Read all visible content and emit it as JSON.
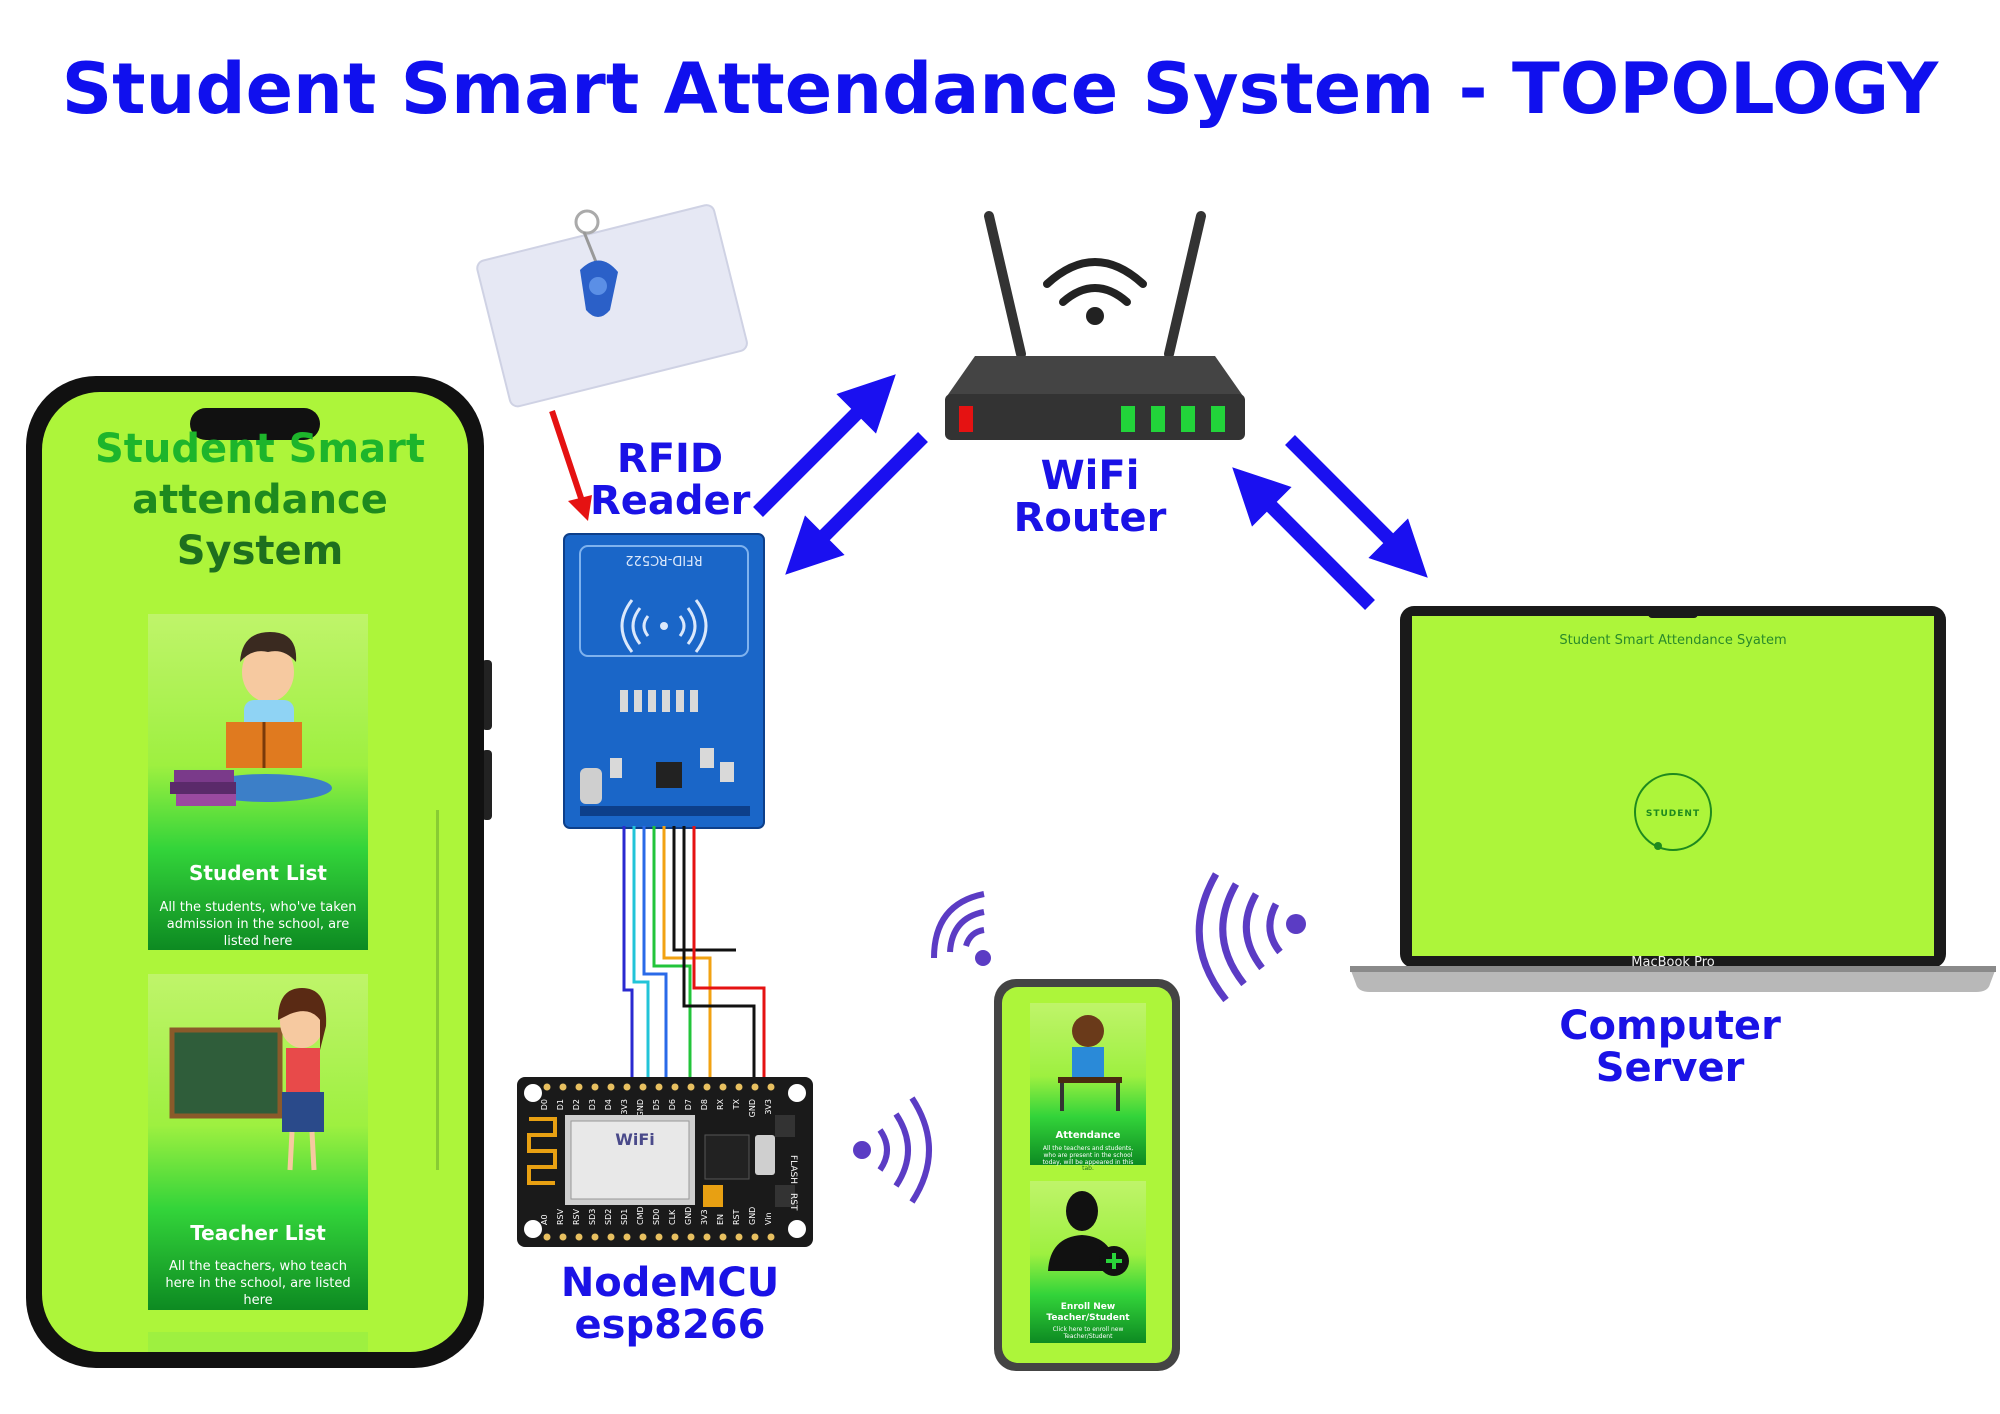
{
  "title": "Student Smart Attendance System - TOPOLOGY",
  "nodes": {
    "rfid_reader": {
      "line1": "RFID",
      "line2": "Reader"
    },
    "wifi_router": {
      "line1": "WiFi",
      "line2": "Router"
    },
    "computer_server": {
      "line1": "Computer",
      "line2": "Server"
    },
    "nodemcu": {
      "line1": "NodeMCU",
      "line2": "esp8266"
    }
  },
  "large_phone": {
    "app_title_line1": "Student Smart",
    "app_title_line2": "attendance",
    "app_title_line3": "System",
    "cards": [
      {
        "title": "Student List",
        "desc_line1": "All the students, who've taken",
        "desc_line2": "admission in the school, are",
        "desc_line3": "listed here"
      },
      {
        "title": "Teacher List",
        "desc_line1": "All the teachers, who teach",
        "desc_line2": "here in the school, are listed",
        "desc_line3": "here"
      }
    ]
  },
  "small_phone": {
    "cards": [
      {
        "title": "Attendance",
        "desc_line1": "All the teachers and students,",
        "desc_line2": "who are present in the school",
        "desc_line3": "today, will be appeared in this",
        "desc_line4": "tab."
      },
      {
        "title_line1": "Enroll New",
        "title_line2": "Teacher/Student",
        "desc_line1": "Click here to enroll new",
        "desc_line2": "Teacher/Student"
      }
    ]
  },
  "laptop": {
    "screen_title": "Student Smart Attendance Syatem",
    "circle_label": "STUDENT",
    "model": "MacBook Pro"
  },
  "rfid_board": {
    "silkscreen": "RFID-RC522"
  },
  "esp_board": {
    "top_pins": [
      "D0",
      "D1",
      "D2",
      "D3",
      "D4",
      "3V3",
      "GND",
      "D5",
      "D6",
      "D7",
      "D8",
      "RX",
      "TX",
      "GND",
      "3V3"
    ],
    "bottom_pins": [
      "A0",
      "RSV",
      "RSV",
      "SD3",
      "SD2",
      "SD1",
      "CMD",
      "SD0",
      "CLK",
      "GND",
      "3V3",
      "EN",
      "RST",
      "GND",
      "Vin"
    ],
    "flash_label": "FLASH",
    "rst_label": "RST",
    "module_text": "WiFi"
  },
  "colors": {
    "title_blue": "#1010ee",
    "arrow_blue": "#1a10f0",
    "screen_green": "#adf53a",
    "app_green": "#1db52b",
    "wave_purple": "#5b3cc4",
    "red_arrow": "#e51212"
  }
}
